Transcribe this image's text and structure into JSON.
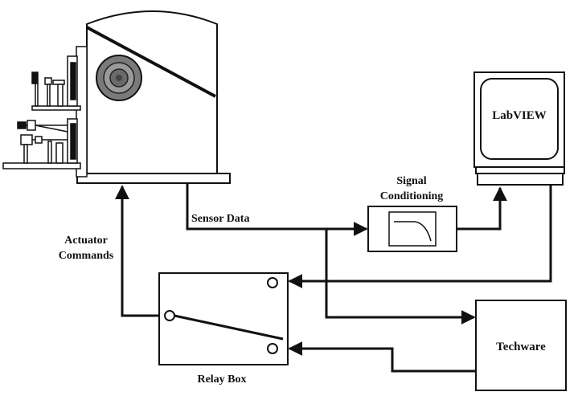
{
  "labels": {
    "sensor_data": "Sensor Data",
    "actuator_line1": "Actuator",
    "actuator_line2": "Commands",
    "signal_line1": "Signal",
    "signal_line2": "Conditioning",
    "labview": "LabVIEW",
    "relay_box": "Relay Box",
    "techware": "Techware"
  },
  "colors": {
    "stroke": "#111111",
    "lens": "#7a7a7a",
    "background": "#ffffff"
  }
}
